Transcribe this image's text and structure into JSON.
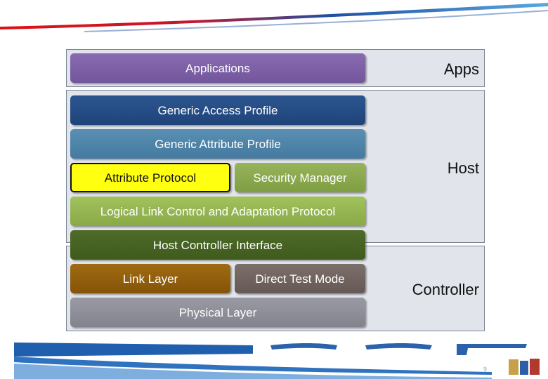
{
  "sections": {
    "apps": "Apps",
    "host": "Host",
    "controller": "Controller"
  },
  "layers": {
    "applications": "Applications",
    "gap": "Generic Access Profile",
    "gatt": "Generic Attribute Profile",
    "att": "Attribute Protocol",
    "sm": "Security Manager",
    "l2cap": "Logical Link Control and Adaptation Protocol",
    "hci": "Host Controller Interface",
    "ll": "Link Layer",
    "dtm": "Direct Test Mode",
    "phy": "Physical Layer"
  },
  "footer": {
    "page_number": "9"
  }
}
